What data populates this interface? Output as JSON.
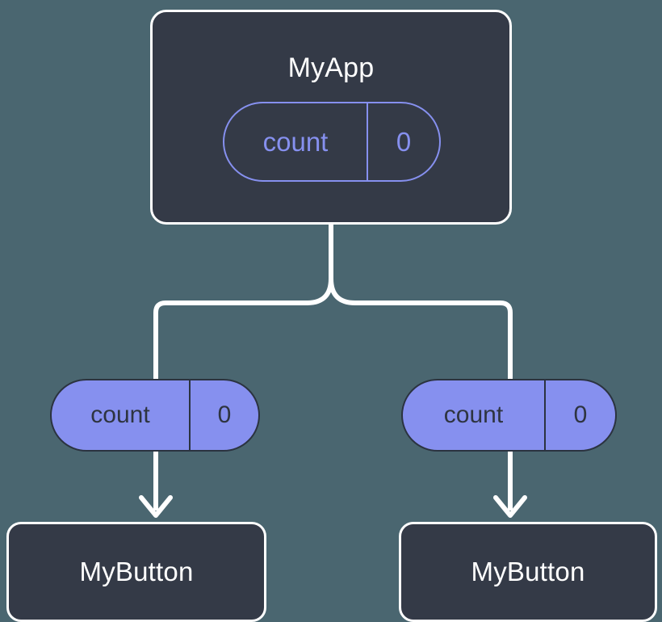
{
  "diagram": {
    "title_visible": false,
    "colors": {
      "background": "#4a6670",
      "card_fill": "#343a47",
      "card_stroke": "#ffffff",
      "accent_purple": "#8690ef",
      "pill_text_dark": "#2e3440",
      "wire": "#ffffff"
    },
    "root": {
      "name": "MyApp",
      "state": {
        "key": "count",
        "value": "0"
      }
    },
    "children": [
      {
        "prop": {
          "key": "count",
          "value": "0"
        },
        "name": "MyButton"
      },
      {
        "prop": {
          "key": "count",
          "value": "0"
        },
        "name": "MyButton"
      }
    ]
  }
}
